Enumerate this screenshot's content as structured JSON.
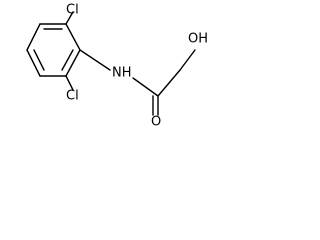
{
  "molecule": {
    "atoms": {
      "cl_top": "Cl",
      "cl_bottom": "Cl",
      "amide_nh": "NH",
      "carbonyl_o": "O",
      "hydroxyl": "OH"
    }
  }
}
